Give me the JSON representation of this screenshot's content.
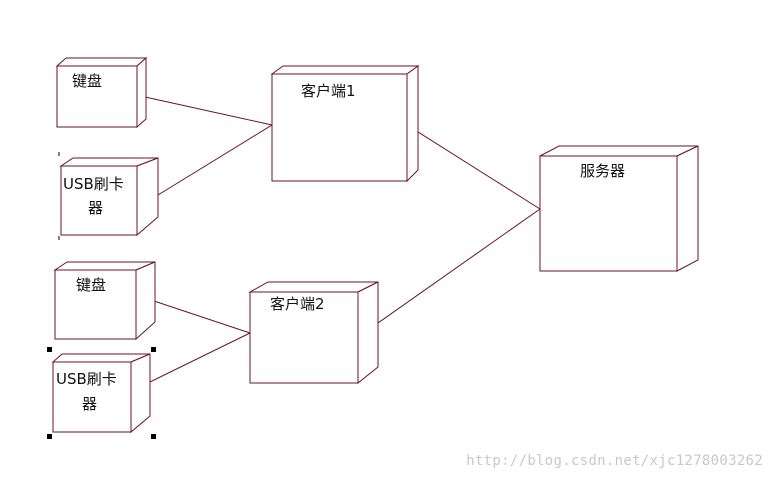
{
  "nodes": {
    "keyboard_1": "键盘",
    "usb_reader_1": [
      "USB刷卡",
      "器"
    ],
    "client_1": "客户端1",
    "server": "服务器",
    "keyboard_2": "键盘",
    "client_2": "客户端2",
    "usb_reader_2": [
      "USB刷卡",
      "器"
    ]
  },
  "watermark": "http://blog.csdn.net/xjc1278003262",
  "colors": {
    "node_border": "#6b1030",
    "line": "#6b1030",
    "handle": "#000000"
  }
}
